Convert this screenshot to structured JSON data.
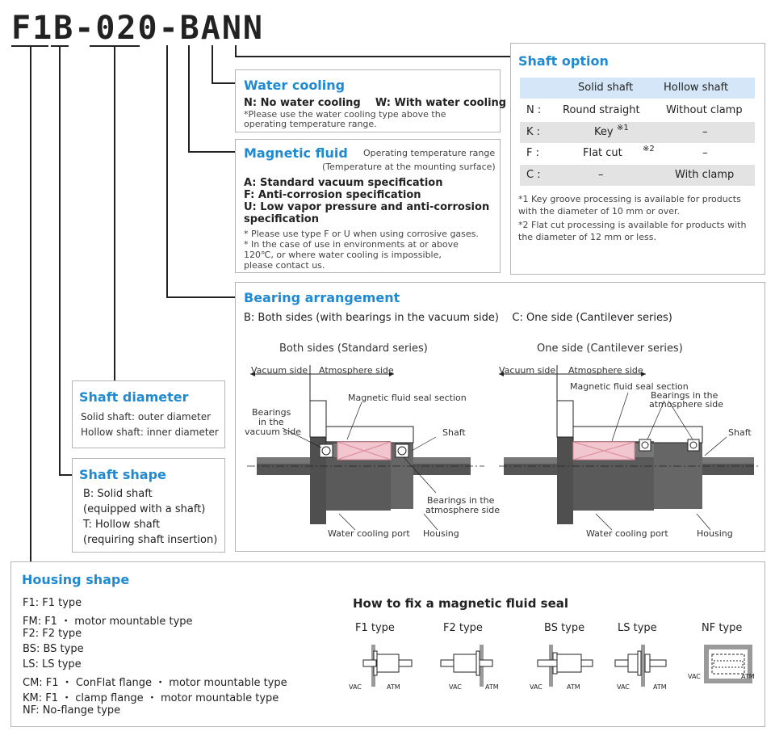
{
  "model_code": "F1B-020-BANN",
  "shaft_option": {
    "title": "Shaft option",
    "header": [
      "Solid shaft",
      "Hollow shaft"
    ],
    "rows": [
      {
        "code": "N :",
        "solid": "Round straight",
        "hollow": "Without clamp"
      },
      {
        "code": "K :",
        "solid": "Key",
        "solid_mark": "※1",
        "hollow": "–"
      },
      {
        "code": "F :",
        "solid": "Flat cut",
        "solid_mark": "※2",
        "hollow": "–"
      },
      {
        "code": "C :",
        "solid": "–",
        "hollow": "With clamp"
      }
    ],
    "notes": [
      "*1 Key groove processing is available for products",
      "with the diameter of 10 mm or over.",
      "*2 Flat cut processing is available for products with",
      " the diameter of 12 mm or less."
    ]
  },
  "water_cooling": {
    "title": "Water cooling",
    "options": "N: No water cooling    W: With water cooling",
    "note1": "*Please use the water cooling type above the",
    "note2": "operating temperature range."
  },
  "magnetic_fluid": {
    "title": "Magnetic fluid",
    "temp_label1": "Operating temperature range",
    "temp_label2": "(Temperature at the mounting surface)",
    "opt_a": "A: Standard vacuum specification",
    "opt_f": "F: Anti-corrosion specification",
    "opt_u1": "U: Low vapor pressure and anti-corrosion",
    "opt_u2": "specification",
    "note1": "* Please use type F or U when using corrosive gases.",
    "note2": "* In the case of use in environments at or above",
    "note3": "120℃, or where water cooling is impossible,",
    "note4": "please contact us."
  },
  "bearing": {
    "title": "Bearing arrangement",
    "desc": "B: Both sides (with bearings in the vacuum side)    C: One side (Cantilever series)",
    "left_title": "Both sides (Standard series)",
    "right_title": "One side (Cantilever series)",
    "vacuum_side": "Vacuum side",
    "atmosphere_side": "Atmosphere side",
    "seal_section": "Magnetic fluid seal section",
    "bearings_vac1": "Bearings",
    "bearings_vac2": "in the",
    "bearings_vac3": "vacuum side",
    "bearings_atm1": "Bearings in the",
    "bearings_atm2": "atmosphere side",
    "shaft": "Shaft",
    "water_port": "Water cooling port",
    "housing": "Housing"
  },
  "shaft_diameter": {
    "title": "Shaft diameter",
    "line1": "Solid shaft: outer diameter",
    "line2": "Hollow shaft: inner diameter"
  },
  "shaft_shape": {
    "title": "Shaft shape",
    "line1": "B: Solid shaft",
    "line2": "(equipped with a shaft)",
    "line3": "T: Hollow shaft",
    "line4": "(requiring shaft insertion)"
  },
  "housing_shape": {
    "title": "Housing shape",
    "items": [
      "F1: F1 type",
      "FM: F1 ・ motor mountable type",
      "F2: F2 type",
      "BS: BS type",
      "LS: LS type",
      "CM: F1 ・ ConFlat flange ・ motor mountable type",
      "KM: F1 ・ clamp flange ・ motor mountable type",
      "NF: No-flange type"
    ]
  },
  "fix": {
    "title": "How to fix a magnetic fluid seal",
    "types": [
      "F1 type",
      "F2 type",
      "BS type",
      "LS type",
      "NF type"
    ],
    "vac": "VAC",
    "atm": "ATM"
  },
  "colors": {
    "accent": "#1f8ad1",
    "table_header": "#d4e6f7",
    "table_shade": "#e3e3e3",
    "seal_pink": "#f2c6cf"
  }
}
